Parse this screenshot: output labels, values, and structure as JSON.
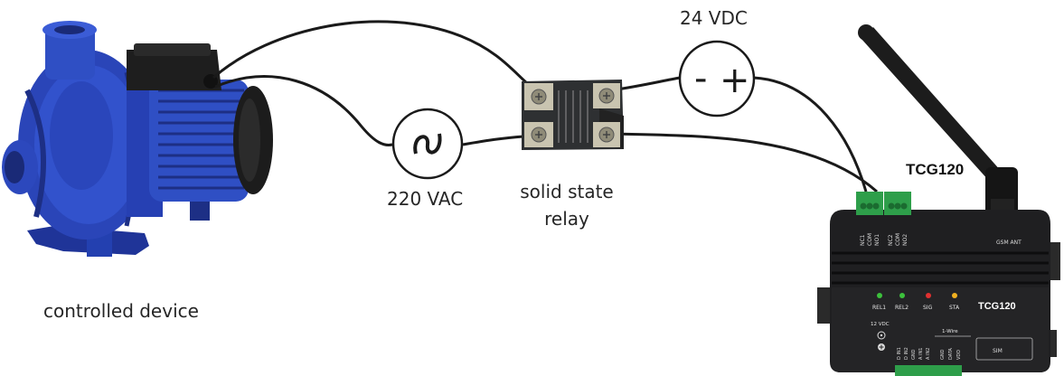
{
  "labels": {
    "dc_source": "24 VDC",
    "ac_source": "220 VAC",
    "relay_line1": "solid state",
    "relay_line2": "relay",
    "device": "controlled device",
    "controller_name": "TCG120"
  },
  "controller": {
    "brand_label": "TCG120",
    "antenna_label": "GSM ANT",
    "relay_pins": [
      "NC1",
      "COM",
      "NO1",
      "NC2",
      "COM",
      "NO2"
    ],
    "leds": [
      "REL1",
      "REL2",
      "SIG",
      "STA"
    ],
    "power_label": "12 VDC",
    "onewire_label": "1-Wire",
    "input_pins": [
      "D IN1",
      "D IN2",
      "GND",
      "A IN1",
      "A IN2",
      "GND",
      "DATA",
      "VDD"
    ],
    "sim_label": "SIM"
  },
  "symbols": {
    "dc_minus": "-",
    "dc_plus": "+"
  },
  "colors": {
    "pump_blue": "#2f4fc4",
    "pump_dark": "#1d2f85",
    "wire": "#1a1a1a",
    "relay_body": "#2e3032",
    "terminal_green": "#2e9e4a",
    "led_green": "#3cc13c",
    "led_red": "#e03030",
    "led_yellow": "#f0b020",
    "device_body": "#1f1f21"
  }
}
